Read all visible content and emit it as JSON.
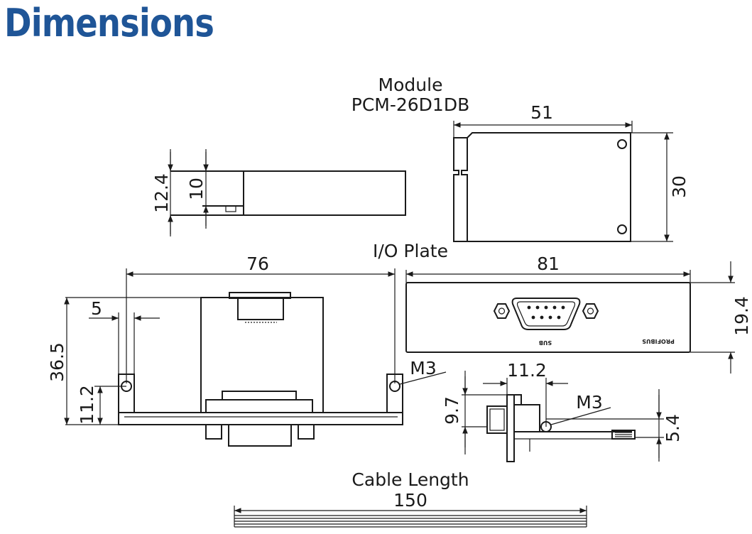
{
  "title": "Dimensions",
  "sections": {
    "module_title": "Module",
    "module_model": "PCM-26D1DB",
    "io_plate_title": "I/O Plate",
    "cable_title": "Cable Length"
  },
  "dimensions": {
    "module_height_total": "12.4",
    "module_height_body": "10",
    "module_length": "51",
    "module_width": "30",
    "plate_width_inner": "76",
    "plate_offset": "5",
    "plate_height": "36.5",
    "hole_height": "11.2",
    "screw_left": "M3",
    "plate_front_width": "81",
    "plate_front_height": "19.4",
    "side_width": "11.2",
    "side_height": "9.7",
    "screw_right": "M3",
    "side_offset": "5.4",
    "cable_length": "150"
  },
  "markings": {
    "front_label": "PROFIBUS",
    "connector_label": "SUB"
  },
  "colors": {
    "title": "#1f5597",
    "line": "#1a1a1a"
  }
}
